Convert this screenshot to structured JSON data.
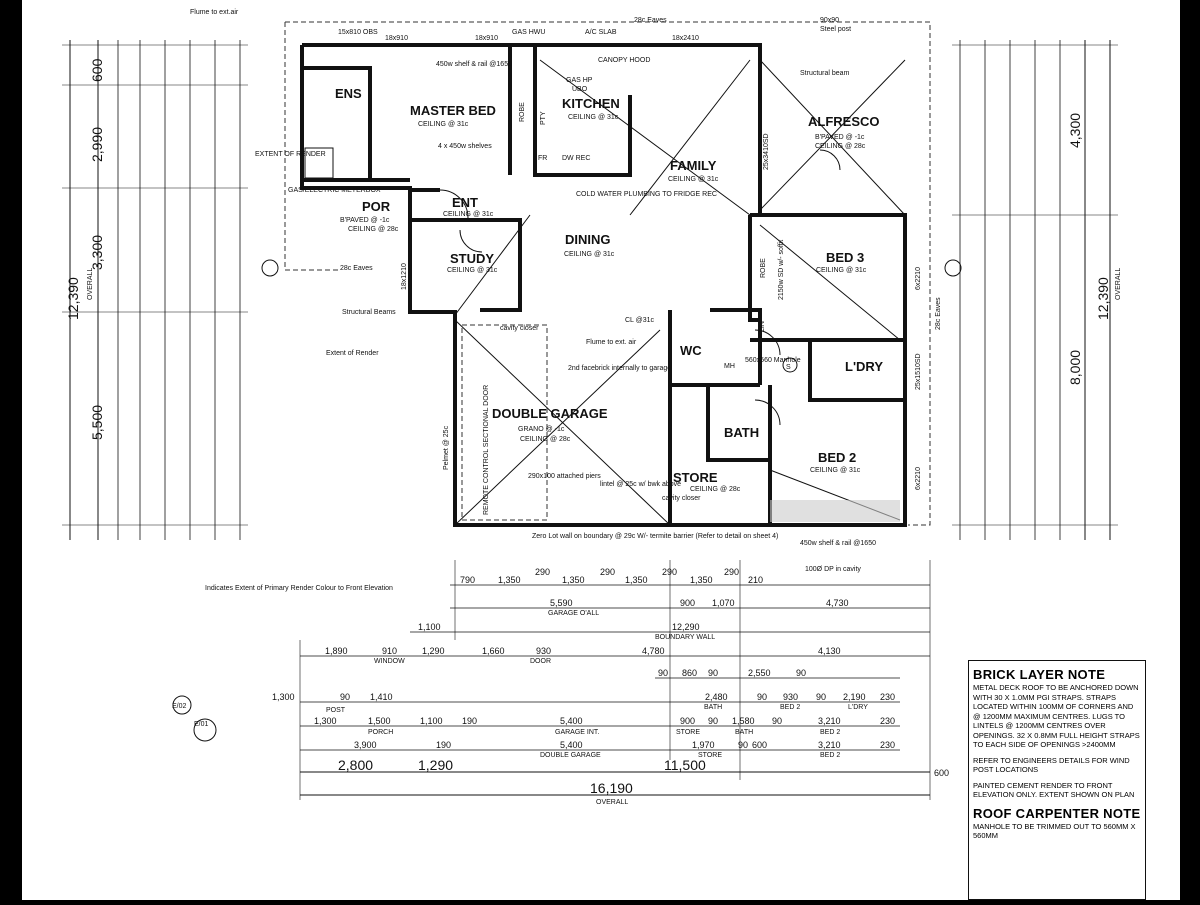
{
  "rooms": {
    "master_bed": {
      "name": "MASTER BED",
      "ceiling": "CEILING @ 31c"
    },
    "ens": {
      "name": "ENS"
    },
    "kitchen": {
      "name": "KITCHEN",
      "ceiling": "CEILING @ 31c"
    },
    "alfresco": {
      "name": "ALFRESCO",
      "paved": "B'PAVED @ -1c",
      "ceiling": "CEILING @ 28c"
    },
    "family": {
      "name": "FAMILY",
      "ceiling": "CEILING @ 31c"
    },
    "dining": {
      "name": "DINING",
      "ceiling": "CEILING @ 31c"
    },
    "por": {
      "name": "POR",
      "paved": "B'PAVED @ -1c",
      "ceiling": "CEILING @ 28c"
    },
    "ent": {
      "name": "ENT",
      "ceiling": "CEILING @ 31c"
    },
    "study": {
      "name": "STUDY",
      "ceiling": "CEILING @ 31c"
    },
    "bed3": {
      "name": "BED 3",
      "ceiling": "CEILING @ 31c"
    },
    "ldry": {
      "name": "L'DRY"
    },
    "bath": {
      "name": "BATH"
    },
    "wc": {
      "name": "WC"
    },
    "bed2": {
      "name": "BED 2",
      "ceiling": "CEILING @ 31c"
    },
    "double_garage": {
      "name": "DOUBLE GARAGE",
      "grano": "GRANO @ -1c",
      "ceiling": "CEILING @ 28c"
    },
    "store": {
      "name": "STORE",
      "ceiling": "CEILING @ 28c"
    }
  },
  "annotations": {
    "flume_top": "Flume to ext.air",
    "eaves_top": "28c Eaves",
    "post_90": "90x90",
    "steel_post": "Steel post",
    "obs": "15x810 OBS",
    "w18x910a": "18x910",
    "w18x910b": "18x910",
    "gas_hwu": "GAS HWU",
    "ac_slab": "A/C SLAB",
    "w18x2410": "18x2410",
    "structural_beam": "Structural beam",
    "shelf_rail": "450w shelf & rail @1650",
    "shelves4": "4 x 450w shelves",
    "canopy": "CANOPY HOOD",
    "gas_hp": "GAS HP",
    "ubo": "UBO",
    "fr": "FR",
    "dw_rec": "DW REC",
    "cold_water": "COLD WATER PLUMBING TO FRIDGE REC",
    "extent_render": "EXTENT OF RENDER",
    "meterbox": "GAS/ELECTRIC METERBOX",
    "eaves_28": "28c Eaves",
    "structural_beams": "Structural Beams",
    "extent_of_render": "Extent of Render",
    "cavity_closer": "cavity closer",
    "flume_ext": "Flume to ext. air",
    "facebrick": "2nd facebrick internally to garage",
    "manhole": "560x560 Manhole",
    "mh": "MH",
    "cl31": "CL @31c",
    "pelmet": "Pelmet @ 25c",
    "roller_door": "REMOTE CONTROL SECTIONAL DOOR",
    "piers": "290x100 attached piers",
    "lintel": "lintel @ 25c w/ bwk above",
    "cavity_closer2": "cavity closer",
    "zero_lot": "Zero Lot wall on boundary @ 29c W/- termite barrier (Refer to detail on sheet 4)",
    "shelf_rail2": "450w shelf & rail @1650",
    "dp_cavity": "100Ø DP in cavity",
    "primary_render": "Indicates Extent of Primary Render Colour to Front Elevation",
    "robe": "ROBE",
    "lin": "LIN",
    "pty": "PTY",
    "sd_2150": "2150w SD w/- soffit",
    "sd_2520": "25x3410SD",
    "sd_1510": "25x1510SD",
    "eaves_28b": "28c Eaves",
    "w6x2210a": "6x2210",
    "w6x2210b": "6x2210",
    "w18x1210": "18x1210",
    "marker_e02": "E/02",
    "marker_e01": "E/01"
  },
  "dimensions": {
    "left_outer": [
      "600",
      "2,990",
      "3,300",
      "5,500"
    ],
    "overall_vertical": "12,390",
    "overall_label": "OVERALL",
    "right_outer": [
      "4,300",
      "8,000"
    ],
    "bottom_row1": [
      "790",
      "1,350",
      "290",
      "1,350",
      "290",
      "1,350",
      "290",
      "1,350",
      "290",
      "210"
    ],
    "garage_overall": "5,590",
    "garage_overall_label": "GARAGE O'ALL",
    "row1b": [
      "900",
      "1,070",
      "4,730"
    ],
    "boundary_wall": "12,290",
    "boundary_wall_label": "BOUNDARY WALL",
    "row_1100": "1,100",
    "row3": [
      "1,890",
      "910",
      "1,290",
      "1,660",
      "930",
      "4,780",
      "4,130"
    ],
    "window_label": "WINDOW",
    "door_label": "DOOR",
    "row4": [
      "90",
      "860",
      "90",
      "2,550",
      "90"
    ],
    "row5": [
      "1,300",
      "90",
      "1,410",
      "2,480",
      "90",
      "930",
      "90",
      "2,190",
      "230"
    ],
    "row5_labels": [
      "POST",
      "BATH",
      "BED 2",
      "L'DRY"
    ],
    "row6": [
      "1,300",
      "1,500",
      "1,100",
      "190",
      "5,400",
      "900",
      "90",
      "1,580",
      "90",
      "3,210",
      "230"
    ],
    "row6_labels": [
      "PORCH",
      "GARAGE INT.",
      "STORE",
      "BATH",
      "BED 2"
    ],
    "row7": [
      "3,900",
      "190",
      "5,400",
      "1,970",
      "90",
      "600",
      "3,210",
      "230"
    ],
    "row7_labels": [
      "DOUBLE GARAGE",
      "STORE",
      "BED 2"
    ],
    "row8": [
      "2,800",
      "1,290",
      "11,500",
      "600"
    ],
    "overall_horizontal": "16,190",
    "overall_horizontal_label": "OVERALL"
  },
  "notes": {
    "brick_title": "BRICK LAYER NOTE",
    "brick_text": "METAL DECK ROOF TO BE ANCHORED DOWN WITH 30 x 1.0mm PGI STRAPS. STRAPS LOCATED WITHIN 100mm OF CORNERS AND @ 1200mm MAXIMUM CENTRES. LUGS TO LINTELS @ 1200mm CENTRES OVER OPENINGS. 32 x 0.8mm FULL HEIGHT STRAPS TO EACH SIDE OF OPENINGS >2400mm",
    "wind_text": "REFER TO ENGINEERS DETAILS FOR WIND POST LOCATIONS",
    "render_text": "PAINTED CEMENT RENDER TO FRONT ELEVATION ONLY. EXTENT SHOWN ON PLAN",
    "roof_title": "ROOF CARPENTER NOTE",
    "roof_text": "MANHOLE TO BE TRIMMED OUT TO 560mm x 560mm"
  },
  "colors": {
    "paper": "#ffffff",
    "ink": "#111111",
    "frame": "#000000"
  }
}
